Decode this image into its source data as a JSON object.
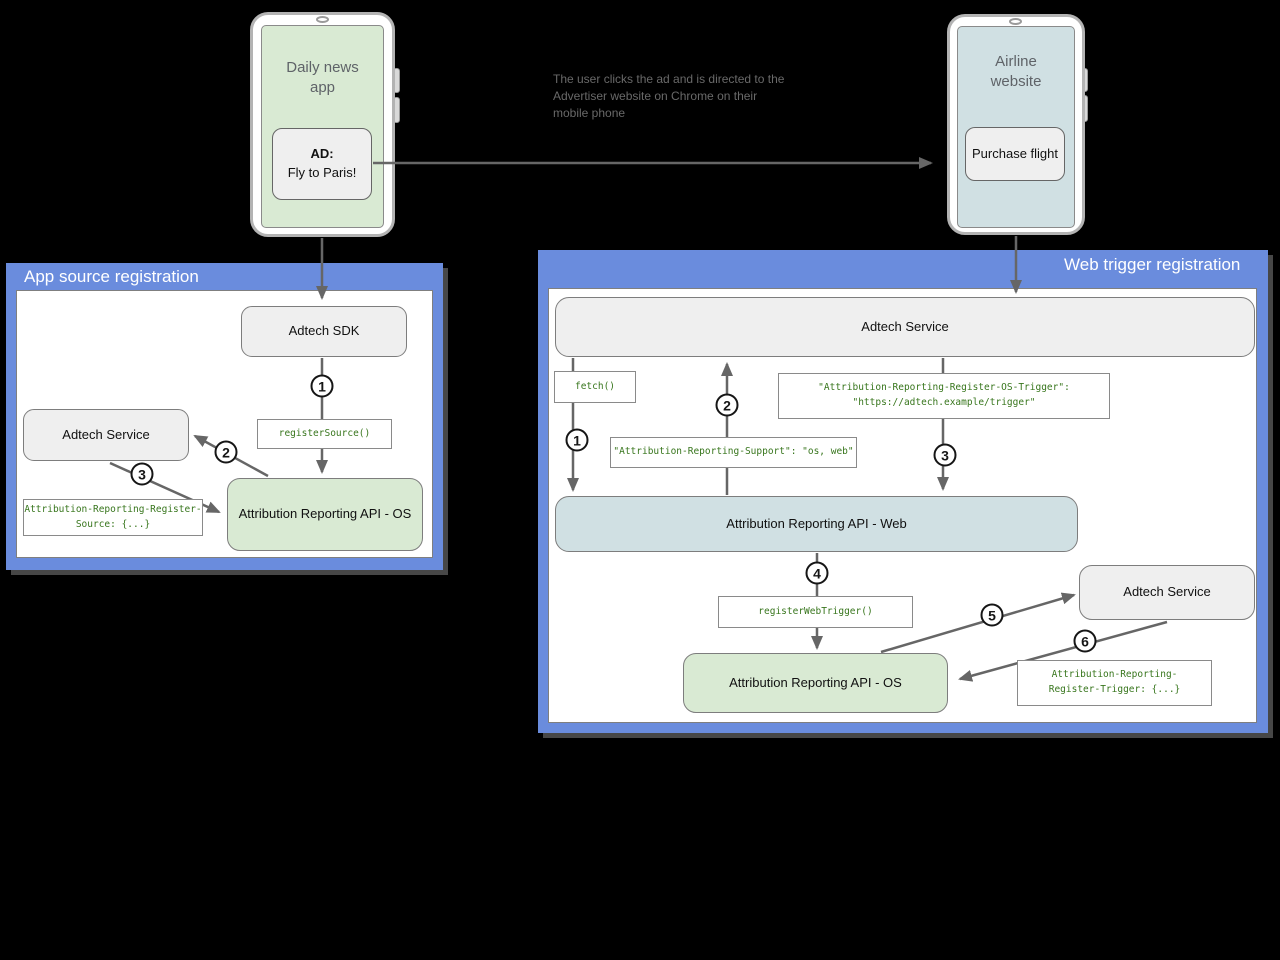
{
  "colors": {
    "background": "#000000",
    "panel_blue": "#6a8cdd",
    "node_gray": "#efefef",
    "node_green": "#d9ead3",
    "node_light_blue": "#d0e0e3",
    "code_text_green": "#38761d",
    "arrow_gray": "#666666",
    "panel_title_text": "#ffffff"
  },
  "phones": {
    "daily_news": {
      "title": "Daily news app",
      "ad_title": "AD:",
      "ad_text": "Fly to Paris!"
    },
    "airline": {
      "title": "Airline website",
      "button": "Purchase flight"
    }
  },
  "annotation": "The user clicks the ad and is directed to the Advertiser website on Chrome on their mobile phone",
  "app_source_panel": {
    "title": "App source registration",
    "adtech_sdk": "Adtech SDK",
    "adtech_service": "Adtech Service",
    "api_os": "Attribution Reporting API - OS",
    "register_source": "registerSource()",
    "register_source_header": [
      "Attribution-Reporting-Register-",
      "Source: {...}"
    ],
    "steps": [
      "1",
      "2",
      "3"
    ]
  },
  "web_trigger_panel": {
    "title": "Web trigger registration",
    "adtech_service_top": "Adtech Service",
    "fetch": "fetch()",
    "os_trigger_header": [
      "\"Attribution-Reporting-Register-OS-Trigger\":",
      "\"https://adtech.example/trigger\""
    ],
    "support_header": "\"Attribution-Reporting-Support\": \"os, web\"",
    "api_web": "Attribution Reporting API - Web",
    "register_web_trigger": "registerWebTrigger()",
    "api_os": "Attribution Reporting API - OS",
    "adtech_service_right": "Adtech Service",
    "register_trigger_header": [
      "Attribution-Reporting-",
      "Register-Trigger: {...}"
    ],
    "steps": [
      "1",
      "2",
      "3",
      "4",
      "5",
      "6"
    ]
  }
}
